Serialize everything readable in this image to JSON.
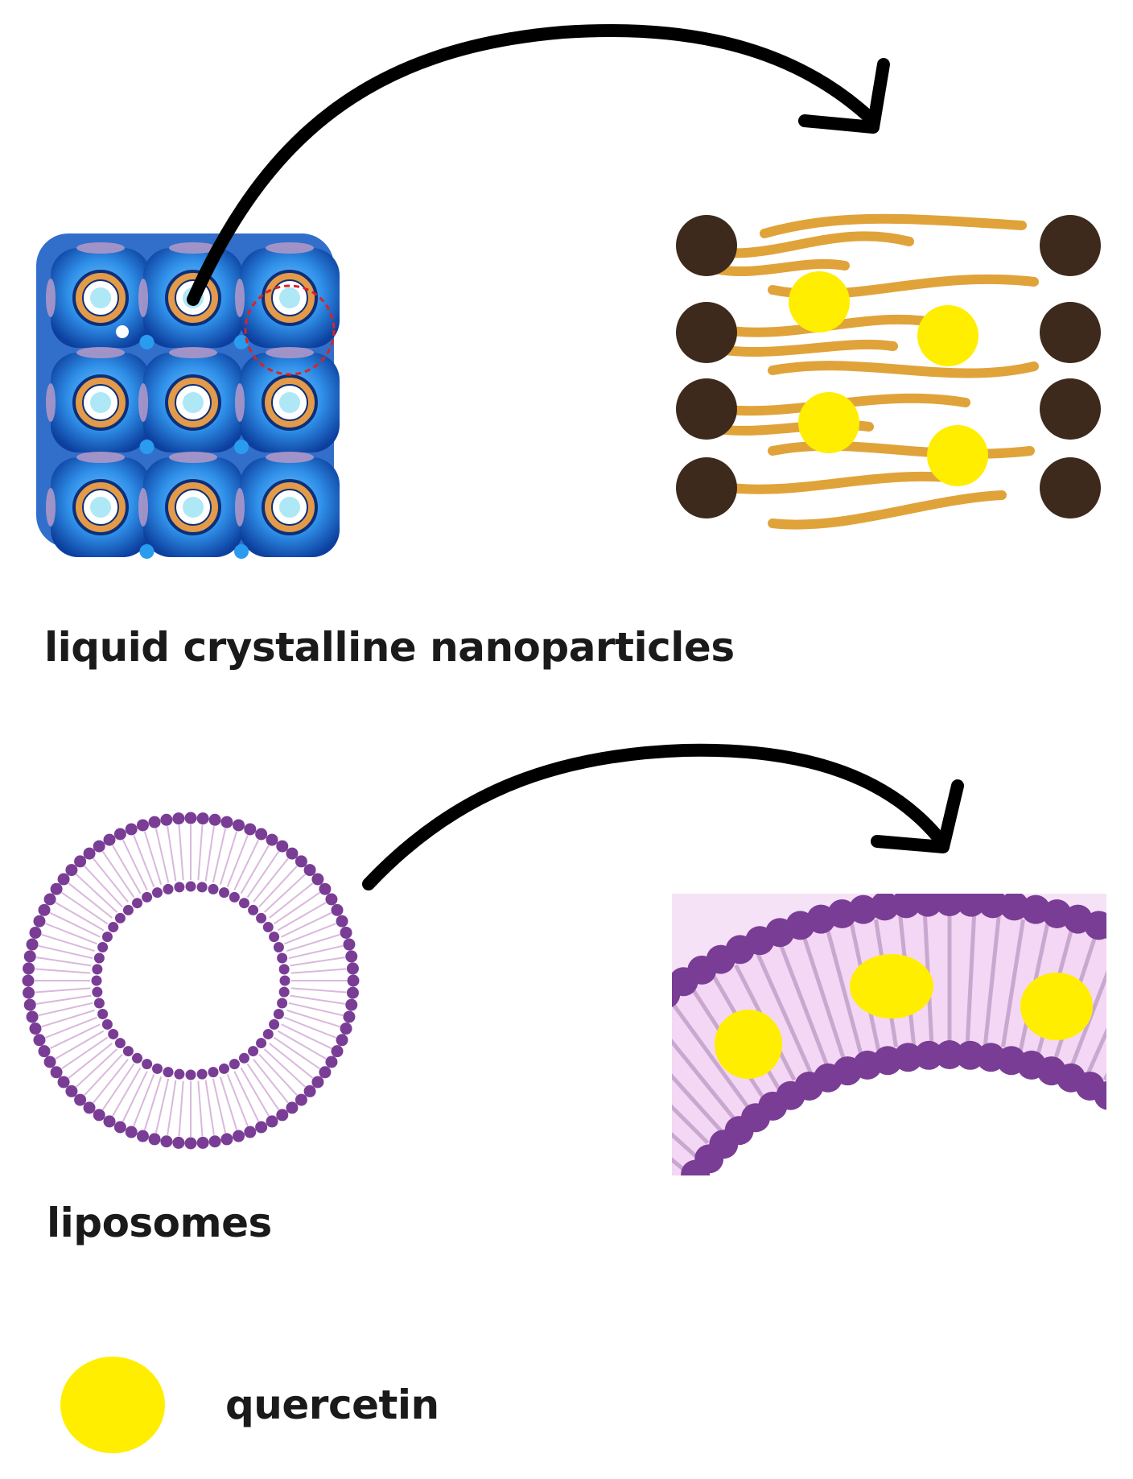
{
  "labels": {
    "lcn": "liquid crystalline nanoparticles",
    "liposomes": "liposomes",
    "legend_quercetin": "quercetin"
  },
  "colors": {
    "quercetin": "#ffee00",
    "lcn_blue": "#2f8fe8",
    "lcn_ring": "#e39a49",
    "lipid_head_brown": "#3d2a1c",
    "lipid_tail_gold": "#e0a33a",
    "liposome_purple": "#7a3d95",
    "liposome_tail": "#d9b8dc",
    "arrow": "#000000"
  },
  "icons": [
    "lcn-cubic-lattice-icon",
    "lipid-bilayer-icon",
    "liposome-icon",
    "liposome-membrane-section-icon",
    "curved-arrow-icon"
  ]
}
